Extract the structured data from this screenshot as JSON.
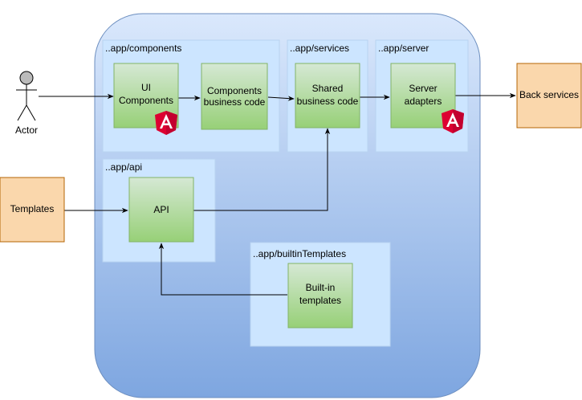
{
  "actor": {
    "label": "Actor"
  },
  "templates": {
    "label": "Templates"
  },
  "back_services": {
    "label": "Back services"
  },
  "groups": {
    "components": "..app/components",
    "services": "..app/services",
    "server": "..app/server",
    "api": "..app/api",
    "builtin": "..app/builtinTemplates"
  },
  "boxes": {
    "ui_line1": "UI",
    "ui_line2": "Components",
    "comp_line1": "Components",
    "comp_line2": "business code",
    "shared_line1": "Shared",
    "shared_line2": "business code",
    "server_line1": "Server",
    "server_line2": "adapters",
    "api": "API",
    "builtin_line1": "Built-in",
    "builtin_line2": "templates"
  },
  "icons": {
    "angular": "angular-logo-icon"
  },
  "colors": {
    "main_top": "#dae8fc",
    "main_bottom": "#7ea6e0",
    "group_fill": "#cce5ff",
    "group_stroke": "#b8d3f0",
    "box_top": "#d5e8d4",
    "box_bottom": "#97d077",
    "box_stroke": "#82b366",
    "orange_fill": "#fad7ac",
    "orange_stroke": "#b46504",
    "angular_red": "#dd0031",
    "angular_dark": "#c3002f"
  }
}
